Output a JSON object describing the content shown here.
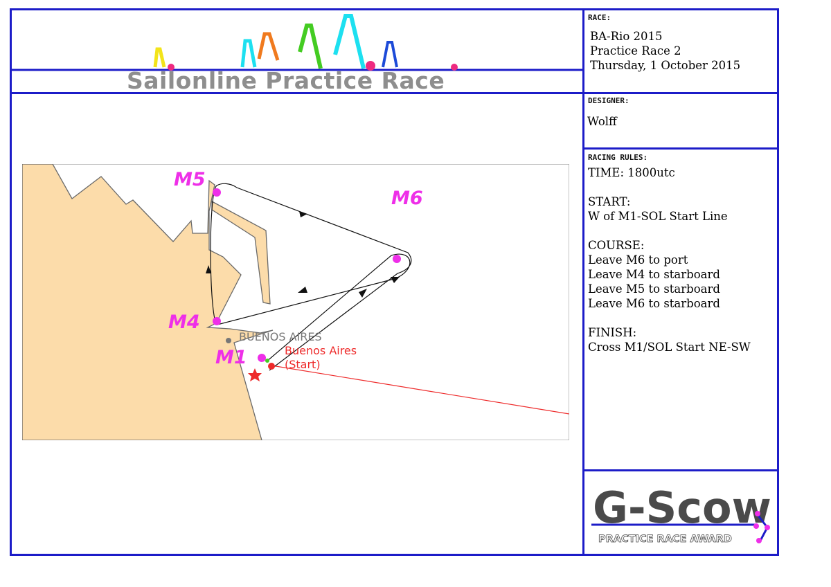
{
  "banner": {
    "title": "Sailonline Practice Race"
  },
  "race": {
    "label": "RACE:",
    "lines": "BA-Rio 2015\nPractice Race 2\nThursday, 1 October 2015"
  },
  "designer": {
    "label": "DESIGNER:",
    "name": "Wolff"
  },
  "rules": {
    "label": "RACING RULES:",
    "time": "TIME: 1800utc",
    "start_heading": "START:",
    "start_text": "W of M1-SOL Start Line",
    "course_heading": "COURSE:",
    "course_items": [
      "Leave M6 to port",
      "Leave M4 to starboard",
      "Leave M5 to starboard",
      "Leave M6 to starboard"
    ],
    "finish_heading": "FINISH:",
    "finish_text": "Cross M1/SOL Start NE-SW"
  },
  "map": {
    "marks": {
      "m1": "M1",
      "m4": "M4",
      "m5": "M5",
      "m6": "M6"
    },
    "city": "BUENOS AIRES",
    "start_line1": "Buenos Aires",
    "start_line2": "(Start)"
  },
  "award": {
    "title": "G-Scow",
    "subtitle": "PRACTICE RACE AWARD"
  },
  "colors": {
    "frame": "#1c1cc8",
    "land": "#fcdcaa",
    "mark": "#ee2fe8",
    "start": "#ee2a2a"
  }
}
